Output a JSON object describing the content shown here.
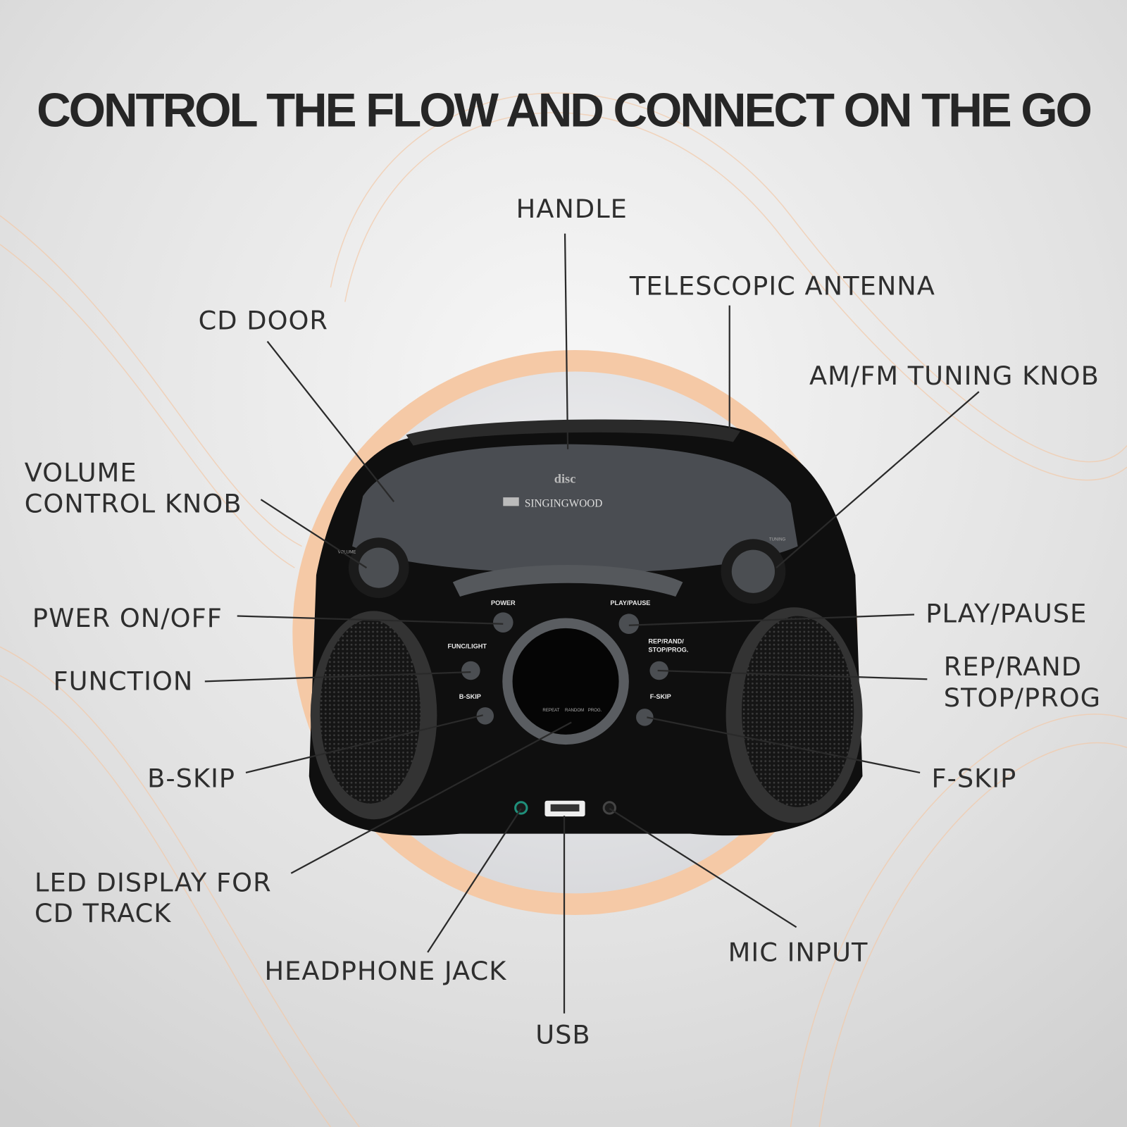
{
  "title": "CONTROL THE FLOW AND CONNECT ON THE GO",
  "colors": {
    "accent_ring": "#f5c9a6",
    "text": "#2e2e2e",
    "device": "#111111"
  },
  "labels": {
    "handle": "HANDLE",
    "antenna": "TELESCOPIC ANTENNA",
    "cd_door": "CD DOOR",
    "tuning_knob": "AM/FM TUNING KNOB",
    "volume_line1": "VOLUME",
    "volume_line2": "CONTROL KNOB",
    "power": "PWER ON/OFF",
    "play_pause": "PLAY/PAUSE",
    "function": "FUNCTION",
    "rep_line1": "REP/RAND",
    "rep_line2": "STOP/PROG",
    "b_skip": "B-SKIP",
    "f_skip": "F-SKIP",
    "led_line1": "LED DISPLAY FOR",
    "led_line2": "CD TRACK",
    "headphone": "HEADPHONE JACK",
    "usb": "USB",
    "mic": "MIC INPUT"
  },
  "device": {
    "brand": "SINGINGWOOD",
    "disc_logo": "disc",
    "power": "POWER",
    "play_pause": "PLAY/PAUSE",
    "func_light": "FUNC/LIGHT",
    "rep_line1": "REP/RAND/",
    "rep_line2": "STOP/PROG.",
    "b_skip": "B-SKIP",
    "f_skip": "F-SKIP",
    "volume": "VOLUME",
    "tuning": "TUNING",
    "display_repeat": "REPEAT",
    "display_random": "RANDOM",
    "display_prog": "PROG."
  }
}
